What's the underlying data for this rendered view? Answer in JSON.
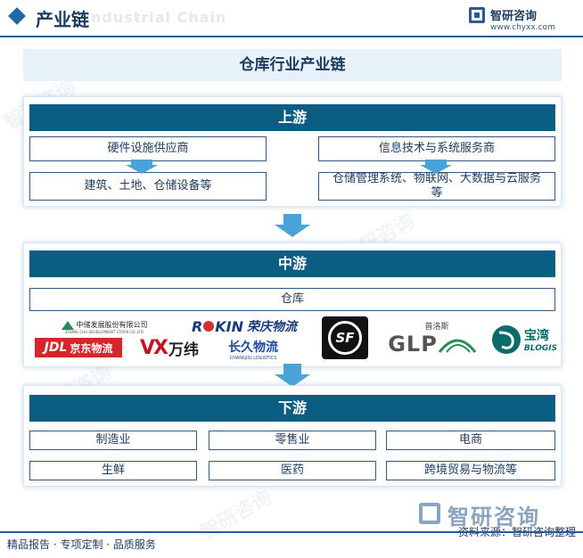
{
  "header": {
    "title": "产业链",
    "ghost_text": "Industrial Chain",
    "brand_name": "智研咨询",
    "brand_url": "www.chyxx.com"
  },
  "main_title": "仓库行业产业链",
  "upstream": {
    "title": "上游",
    "left_top": "硬件设施供应商",
    "left_bottom": "建筑、土地、仓储设备等",
    "right_top": "信息技术与系统服务商",
    "right_bottom": "仓储管理系统、物联网、大数据与云服务等"
  },
  "midstream": {
    "title": "中游",
    "box": "仓库",
    "logos": {
      "zhongchu": "中储发展股份有限公司",
      "zhongchu_en": "ZHONG CHU DEVELOPMENT STOCK CO.,LTD",
      "rokin_a": "R",
      "rokin_b": "KIN",
      "rokin_cn": "荣庆物流",
      "jdl_a": "JDL",
      "jdl_b": "京东物流",
      "vx": "VX",
      "vx_cn": "万纬",
      "changjiu": "长久物流",
      "changjiu_en": "CHANGJIU LOGISTICS",
      "sf": "SF",
      "glp_cn": "普洛斯",
      "glp": "GLP",
      "baowan_cn": "宝湾",
      "baowan_en": "BLOGIS"
    }
  },
  "downstream": {
    "title": "下游",
    "items": [
      "制造业",
      "零售业",
      "电商",
      "生鲜",
      "医药",
      "跨境贸易与物流等"
    ]
  },
  "footer": {
    "left": "精品报告 · 专项定制 · 品质服务",
    "brand": "智研咨询",
    "source": "资料来源：智研咨询整理"
  },
  "watermark": "智研咨询",
  "colors": {
    "primary_bar": "#0b5d84",
    "accent_blue": "#1f6aa5",
    "arrow": "#4aa3d8",
    "title_bg": "#e6f1f9"
  }
}
